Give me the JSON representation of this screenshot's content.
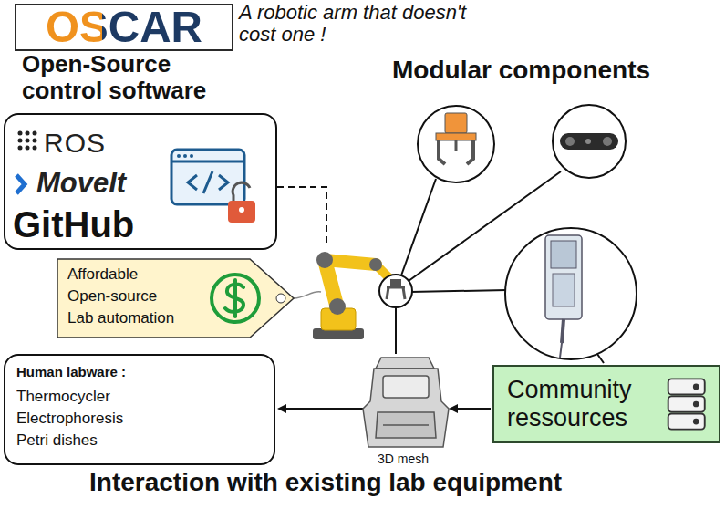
{
  "diagram": {
    "nodes": [
      {
        "text": [
          "OSCAR"
        ]
      },
      {
        "text": [
          "Open-Source control software",
          "ROS",
          "MoveIt",
          "GitHub"
        ]
      },
      {
        "text": [
          "Affordable",
          "Open-source",
          "Lab automation"
        ]
      },
      {
        "text": [
          "Human labware :",
          "Thermocycler",
          "Electrophoresis",
          "Petri dishes"
        ]
      },
      {
        "text": [
          "Community ressources"
        ]
      }
    ],
    "labels": [
      "A robotic arm that doesn't cost one !",
      "Modular components",
      "3D mesh",
      "Interaction with existing lab equipment"
    ]
  }
}
